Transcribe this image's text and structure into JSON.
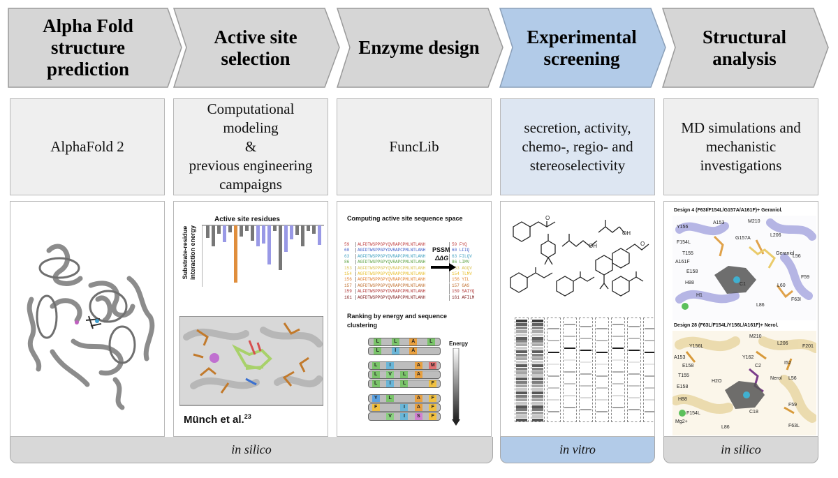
{
  "steps": [
    {
      "title": "Alpha Fold structure prediction",
      "subtitle": "AlphaFold 2"
    },
    {
      "title": "Active site selection",
      "subtitle": "Computational modeling & previous engineering campaigns"
    },
    {
      "title": "Enzyme design",
      "subtitle": "FuncLib"
    },
    {
      "title": "Experimental screening",
      "subtitle": "secretion, activity, chemo-, regio- and stereoselectivity"
    },
    {
      "title": "Structural analysis",
      "subtitle": "MD simulations and mechanistic investigations"
    }
  ],
  "title_lines": {
    "s1": [
      "Alpha Fold",
      "structure",
      "prediction"
    ],
    "s2": [
      "Active site",
      "selection"
    ],
    "s3": [
      "Enzyme design"
    ],
    "s4": [
      "Experimental",
      "screening"
    ],
    "s5": [
      "Structural",
      "analysis"
    ]
  },
  "subtitle_lines": {
    "s1": [
      "AlphaFold 2"
    ],
    "s2": [
      "Computational",
      "modeling",
      "&",
      "previous engineering",
      "campaigns"
    ],
    "s3": [
      "FuncLib"
    ],
    "s4": [
      "secretion, activity,",
      "chemo-, regio- and",
      "stereoselectivity"
    ],
    "s5": [
      "MD simulations and",
      "mechanistic",
      "investigations"
    ]
  },
  "footers": {
    "left": "in silico",
    "middle": "in vitro",
    "right": "in silico"
  },
  "panel2": {
    "chart_title": "Active site residues",
    "ylabel_line1": "Substrate-residue",
    "ylabel_line2": "interaction energy",
    "citation": "Münch et al.",
    "citation_sup": "23"
  },
  "panel3": {
    "heading1": "Computing active site sequence space",
    "heading2": "Ranking by energy and sequence clustering",
    "pssm": "PSSM",
    "ddg": "ΔΔG",
    "energy_label": "Energy",
    "positions": [
      "59",
      "60",
      "63",
      "86",
      "153",
      "154",
      "156",
      "157",
      "159",
      "161"
    ],
    "outputs": [
      "FYQ",
      "LFIQ",
      "FILQV",
      "LIMV",
      "AGQV",
      "TLMV",
      "YIL",
      "GAS",
      "SAIYQ",
      "AFILM"
    ],
    "rank_rows": [
      [
        "L",
        "L",
        "A",
        "L"
      ],
      [
        "L",
        "I",
        "A",
        ""
      ],
      [
        "L",
        "I",
        "",
        "A",
        "M"
      ],
      [
        "L",
        "V",
        "L",
        "A",
        ""
      ],
      [
        "L",
        "I",
        "L",
        "",
        "F"
      ],
      [
        "Y",
        "L",
        "",
        "A",
        "F"
      ],
      [
        "F",
        "",
        "I",
        "A",
        "F"
      ],
      [
        "",
        "V",
        "I",
        "S",
        "F"
      ]
    ]
  },
  "panel5": {
    "design4_label": "Design 4 (F63I/F154L/G157A/A161F)+ Geraniol.",
    "design28_label": "Design 28 (F63L/F154L/Y156L/A161F)+ Nerol.",
    "design4_residues": [
      "Y156",
      "A153",
      "M210",
      "F154L",
      "G157A",
      "L206",
      "T155",
      "Geraniol",
      "A161F",
      "L56",
      "E158",
      "C1",
      "H88",
      "L60",
      "F59",
      "H1",
      "L86",
      "F63I"
    ],
    "design28_residues": [
      "M210",
      "Y156L",
      "L206",
      "F201",
      "A153",
      "Y162",
      "C2",
      "E158",
      "I52",
      "T155",
      "L56",
      "E158",
      "H2O",
      "Nerol",
      "F59",
      "H88",
      "Mg2+",
      "C18",
      "F154L",
      "L86",
      "F63L"
    ]
  },
  "colors": {
    "chevron_gray": "#d6d6d6",
    "chevron_blue": "#b2cbe8",
    "box_gray": "#efefef",
    "box_blue": "#dde6f2"
  }
}
